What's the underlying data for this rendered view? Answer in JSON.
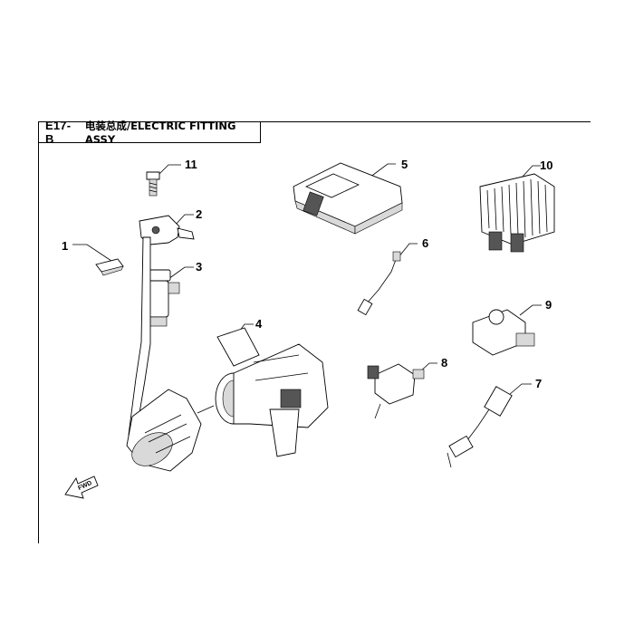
{
  "header": {
    "code": "E17-B",
    "title": "电装总成/ELECTRIC FITTING ASSY"
  },
  "callouts": [
    "1",
    "2",
    "3",
    "4",
    "5",
    "6",
    "7",
    "8",
    "9",
    "10",
    "11"
  ],
  "fwd_label": "FWD"
}
